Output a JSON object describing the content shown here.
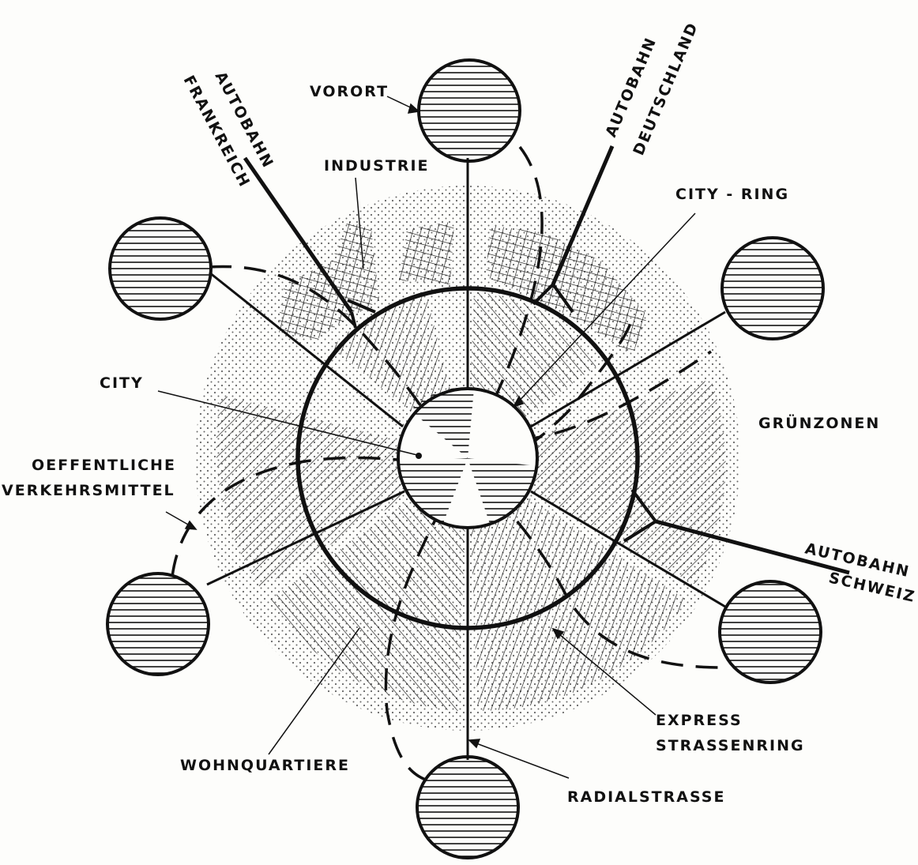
{
  "diagram": {
    "labels": {
      "vorort": "VORORT",
      "autobahn_frankreich_1": "AUTOBAHN",
      "autobahn_frankreich_2": "FRANKREICH",
      "autobahn_deutschland_1": "AUTOBAHN",
      "autobahn_deutschland_2": "DEUTSCHLAND",
      "industrie": "INDUSTRIE",
      "city_ring": "CITY - RING",
      "city": "CITY",
      "gruenzonen": "GRÜNZONEN",
      "oeffentliche_1": "OEFFENTLICHE",
      "oeffentliche_2": "VERKEHRSMITTEL",
      "autobahn_schweiz_1": "AUTOBAHN",
      "autobahn_schweiz_2": "SCHWEIZ",
      "express_1": "EXPRESS",
      "express_2": "STRASSENRING",
      "wohnquartiere": "WOHNQUARTIERE",
      "radialstrasse": "RADIALSTRASSE"
    },
    "colors": {
      "ink": "#111111",
      "paper": "#fdfdfb"
    }
  }
}
